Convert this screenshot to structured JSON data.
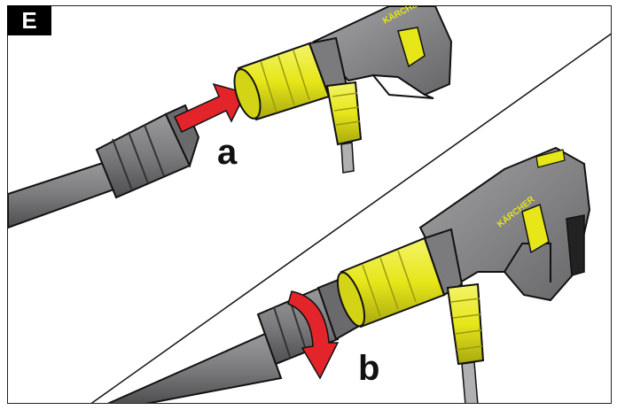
{
  "figure": {
    "panel_label": "E",
    "step_a_label": "a",
    "step_b_label": "b",
    "brand_text": "KÄRCHER"
  },
  "colors": {
    "tube_gray": "#7b7b7d",
    "tube_dark": "#4e4e50",
    "gun_gray": "#8a8a8c",
    "nozzle_yellow": "#e6e619",
    "nozzle_shade": "#b9b912",
    "arrow_red": "#e3242b",
    "outline": "#111111"
  }
}
